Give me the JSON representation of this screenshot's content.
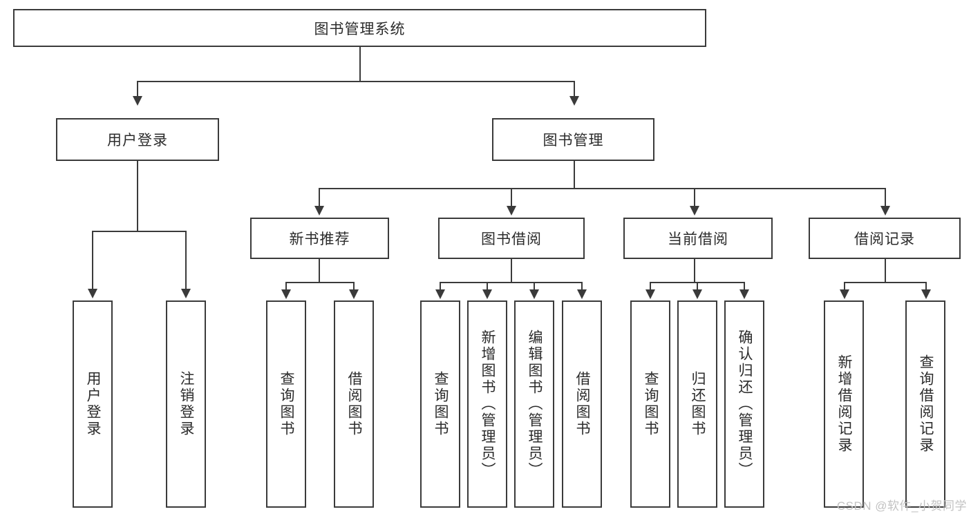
{
  "diagram": {
    "title": "图书管理系统",
    "root": {
      "label": "图书管理系统"
    },
    "level2": [
      {
        "label": "用户登录"
      },
      {
        "label": "图书管理"
      }
    ],
    "level3": [
      {
        "label": "新书推荐"
      },
      {
        "label": "图书借阅"
      },
      {
        "label": "当前借阅"
      },
      {
        "label": "借阅记录"
      }
    ],
    "leaves": {
      "user_login": [
        {
          "label": "用户登录"
        },
        {
          "label": "注销登录"
        }
      ],
      "new_book_rec": [
        {
          "label": "查询图书"
        },
        {
          "label": "借阅图书"
        }
      ],
      "book_borrow": [
        {
          "label": "查询图书"
        },
        {
          "label": "新增图书（管理员）"
        },
        {
          "label": "编辑图书（管理员）"
        },
        {
          "label": "借阅图书"
        }
      ],
      "current_borrow": [
        {
          "label": "查询图书"
        },
        {
          "label": "归还图书"
        },
        {
          "label": "确认归还（管理员）"
        }
      ],
      "borrow_record": [
        {
          "label": "新增借阅记录"
        },
        {
          "label": "查询借阅记录"
        }
      ]
    }
  },
  "watermark": {
    "text": "CSDN @软件_小贺同学"
  },
  "colors": {
    "border": "#3a3a3a",
    "background": "#ffffff",
    "text": "#2b2b2b",
    "watermark": "#c2c2c2"
  }
}
